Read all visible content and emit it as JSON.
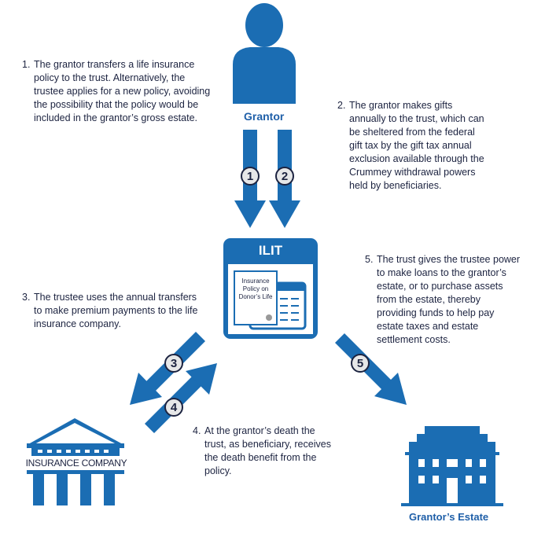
{
  "colors": {
    "brand": "#1b6db3",
    "text": "#1c2340",
    "circle_fill": "#e6e7e8"
  },
  "steps": [
    {
      "num": "1.",
      "text": "The grantor transfers a life insurance policy to the trust. Alternatively, the trustee applies for a new policy, avoiding the possibility that the policy would be included in the grantor’s gross estate."
    },
    {
      "num": "2.",
      "text": "The grantor makes gifts annually to the trust, which can be sheltered from the federal gift tax by the gift tax annual exclusion available through the Crummey withdrawal powers held by beneficiaries."
    },
    {
      "num": "3.",
      "text": "The trustee uses the annual transfers to make premium payments to the life insurance company."
    },
    {
      "num": "4.",
      "text": "At the grantor’s death the trust, as beneficiary, receives the death benefit from the policy."
    },
    {
      "num": "5.",
      "text": "The trust gives the trustee power to make loans to the grantor’s estate, or to purchase assets from the estate, thereby providing funds to help pay estate taxes and estate settlement costs."
    }
  ],
  "nodes": {
    "grantor": "Grantor",
    "ilit": "ILIT",
    "policy": "Insurance Policy on Donor’s Life",
    "insurance": "INSURANCE COMPANY",
    "estate": "Grantor’s Estate"
  },
  "markers": [
    "1",
    "2",
    "3",
    "4",
    "5"
  ]
}
